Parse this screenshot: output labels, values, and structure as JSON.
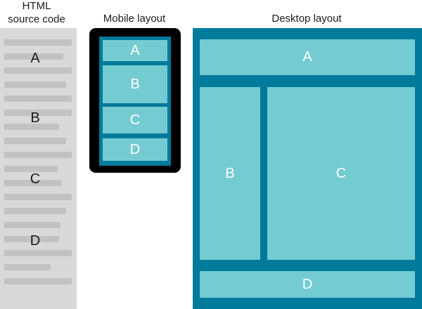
{
  "titles": {
    "source_line1": "HTML",
    "source_line2": "source code",
    "mobile": "Mobile layout",
    "desktop": "Desktop layout"
  },
  "sections": [
    "A",
    "B",
    "C",
    "D"
  ],
  "colors": {
    "frame_teal": "#007a9b",
    "block_light_teal": "#74cbd2",
    "code_panel_gray": "#d9d9d9",
    "code_line_gray": "#c2c2c2",
    "device_black": "#000000"
  }
}
